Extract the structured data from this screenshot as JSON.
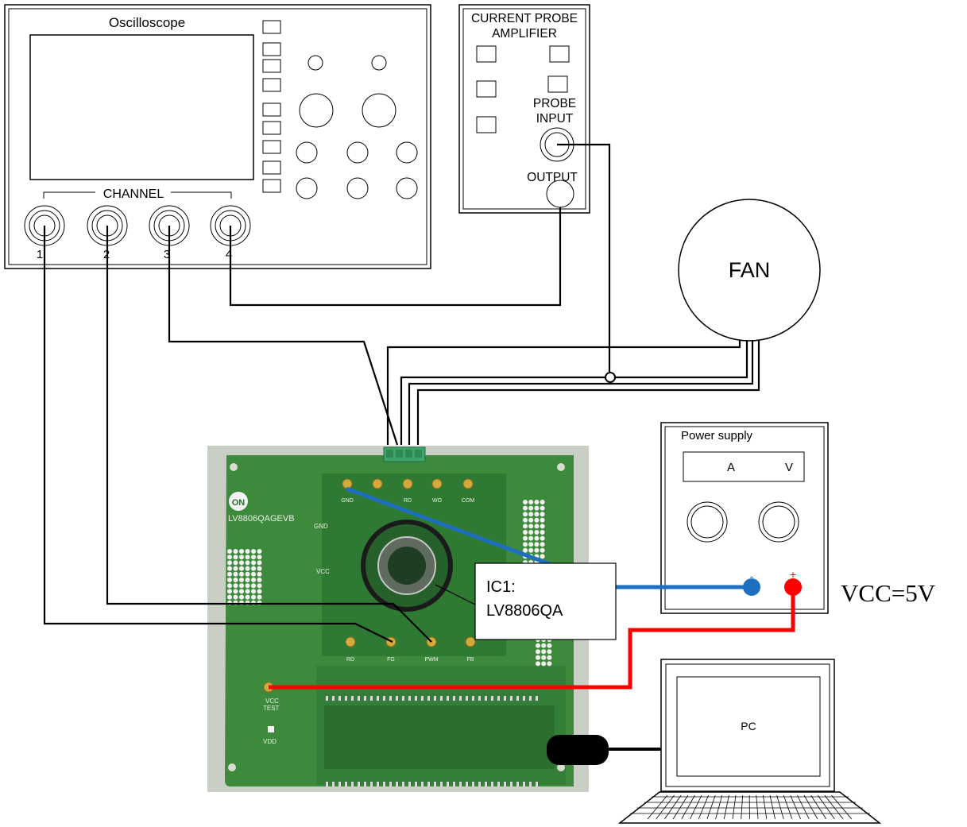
{
  "oscilloscope": {
    "title": "Oscilloscope",
    "channel_label": "CHANNEL",
    "channels": [
      "1",
      "2",
      "3",
      "4"
    ]
  },
  "probe_amplifier": {
    "title_line1": "CURRENT PROBE",
    "title_line2": "AMPLIFIER",
    "probe_input_line1": "PROBE",
    "probe_input_line2": "INPUT",
    "output_label": "OUTPUT"
  },
  "fan": {
    "label": "FAN"
  },
  "power_supply": {
    "title": "Power supply",
    "display_a": "A",
    "display_v": "V",
    "minus_label": "-",
    "plus_label": "+"
  },
  "vcc_label": "VCC=5V",
  "ic_callout": {
    "line1": "IC1:",
    "line2": "LV8806QA"
  },
  "pc": {
    "label": "PC"
  },
  "board": {
    "logo": "ON",
    "name": "LV8806QAGEVB",
    "gnd": "GND",
    "vcc": "VCC",
    "vcc_test_line1": "VCC",
    "vcc_test_line2": "TEST",
    "vdd": "VDD",
    "top_pins": [
      "GND",
      "",
      "RD",
      "WO",
      "COM"
    ],
    "bottom_pins": [
      "RD",
      "FG",
      "PWM",
      "FB"
    ]
  },
  "colors": {
    "wire_black": "#000000",
    "wire_blue": "#1f6fc0",
    "wire_red": "#ff0000",
    "pcb_green": "#3d8a3d",
    "pcb_dark": "#2c6e2e",
    "terminal_green": "#3fa46a"
  }
}
